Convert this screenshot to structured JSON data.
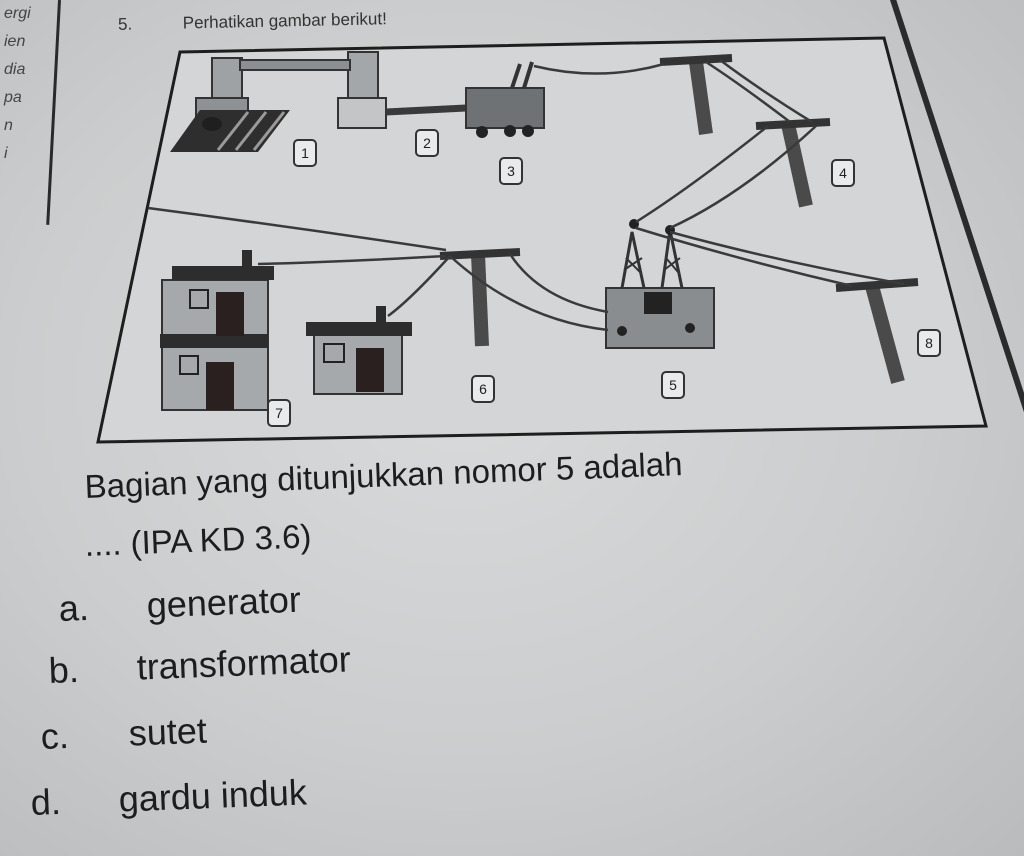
{
  "margin": {
    "fragments": [
      "ergi",
      "ien",
      "dia",
      "pa",
      "n",
      "i"
    ]
  },
  "question": {
    "number": "5.",
    "instruction": "Perhatikan gambar berikut!",
    "stem_line1": "Bagian yang ditunjukkan nomor 5 adalah",
    "stem_line2": ".... (IPA KD 3.6)",
    "options": [
      {
        "letter": "a.",
        "text": "generator"
      },
      {
        "letter": "b.",
        "text": "transformator"
      },
      {
        "letter": "c.",
        "text": "sutet"
      },
      {
        "letter": "d.",
        "text": "gardu induk"
      }
    ]
  },
  "diagram": {
    "labels": [
      "1",
      "2",
      "3",
      "4",
      "5",
      "6",
      "7",
      "8"
    ]
  }
}
